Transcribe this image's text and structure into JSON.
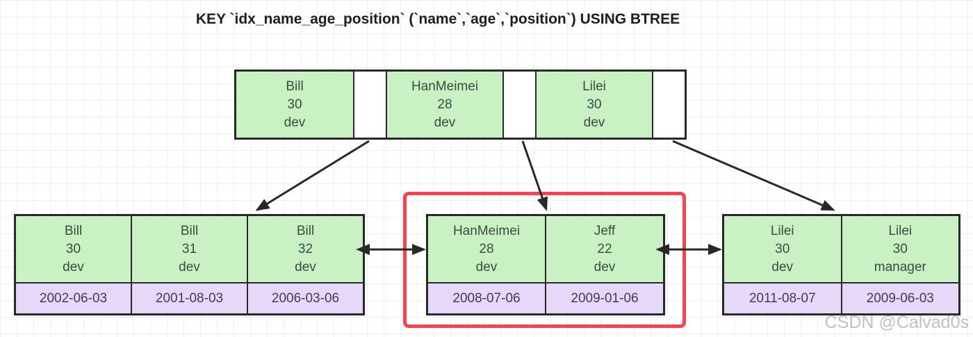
{
  "title": "KEY `idx_name_age_position` (`name`,`age`,`position`) USING BTREE",
  "colors": {
    "cell_green": "#c9f1c4",
    "cell_purple": "#e6d8f9",
    "border_dark": "#282828",
    "highlight_red": "#f8424e"
  },
  "root_node": {
    "entries": [
      {
        "name": "Bill",
        "age": "30",
        "position": "dev"
      },
      {
        "name": "HanMeimei",
        "age": "28",
        "position": "dev"
      },
      {
        "name": "Lilei",
        "age": "30",
        "position": "dev"
      }
    ]
  },
  "leaf_nodes": [
    {
      "highlighted": false,
      "entries": [
        {
          "name": "Bill",
          "age": "30",
          "position": "dev",
          "date": "2002-06-03"
        },
        {
          "name": "Bill",
          "age": "31",
          "position": "dev",
          "date": "2001-08-03"
        },
        {
          "name": "Bill",
          "age": "32",
          "position": "dev",
          "date": "2006-03-06"
        }
      ]
    },
    {
      "highlighted": true,
      "entries": [
        {
          "name": "HanMeimei",
          "age": "28",
          "position": "dev",
          "date": "2008-07-06"
        },
        {
          "name": "Jeff",
          "age": "22",
          "position": "dev",
          "date": "2009-01-06"
        }
      ]
    },
    {
      "highlighted": false,
      "entries": [
        {
          "name": "Lilei",
          "age": "30",
          "position": "dev",
          "date": "2011-08-07"
        },
        {
          "name": "Lilei",
          "age": "30",
          "position": "manager",
          "date": "2009-06-03"
        }
      ]
    }
  ],
  "watermark": "CSDN @Calvad0s"
}
